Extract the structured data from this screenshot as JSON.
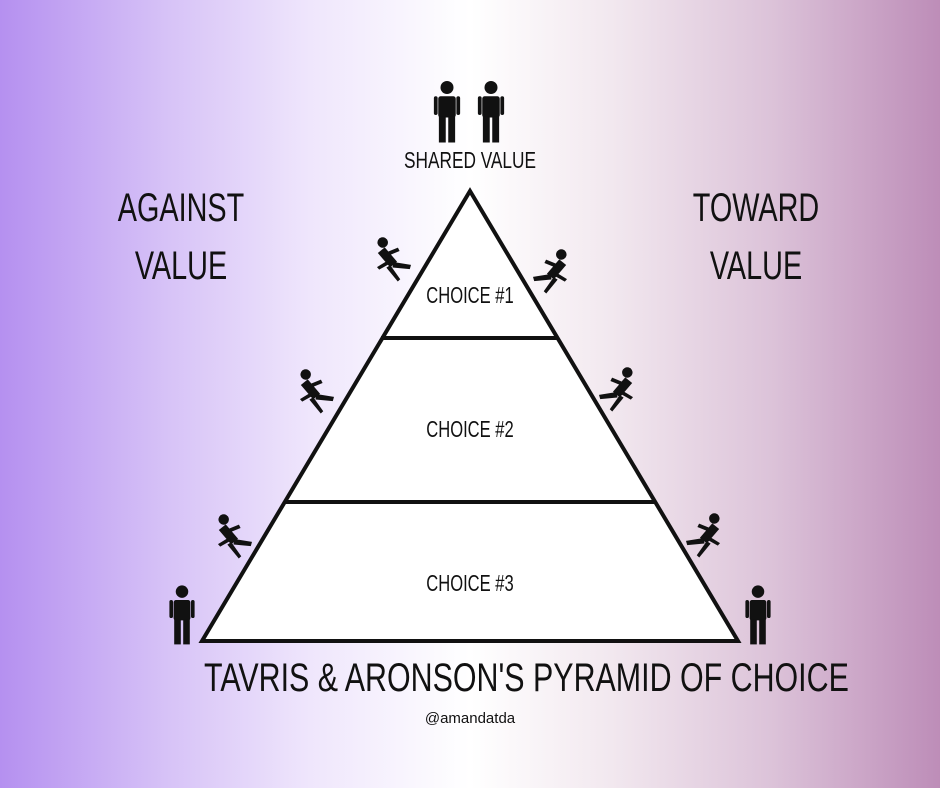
{
  "top_label": "SHARED VALUE",
  "left_label": {
    "line1": "AGAINST",
    "line2": "VALUE"
  },
  "right_label": {
    "line1": "TOWARD",
    "line2": "VALUE"
  },
  "levels": [
    "CHOICE #1",
    "CHOICE #2",
    "CHOICE #3"
  ],
  "title": "TAVRIS & ARONSON'S PYRAMID OF CHOICE",
  "handle": "@amandatda",
  "colors": {
    "left_background": "#b590f0",
    "center_background": "#ffffff",
    "right_background": "#bd8db8",
    "ink": "#111111"
  },
  "icons": [
    "person-standing-icon",
    "person-sliding-icon"
  ]
}
